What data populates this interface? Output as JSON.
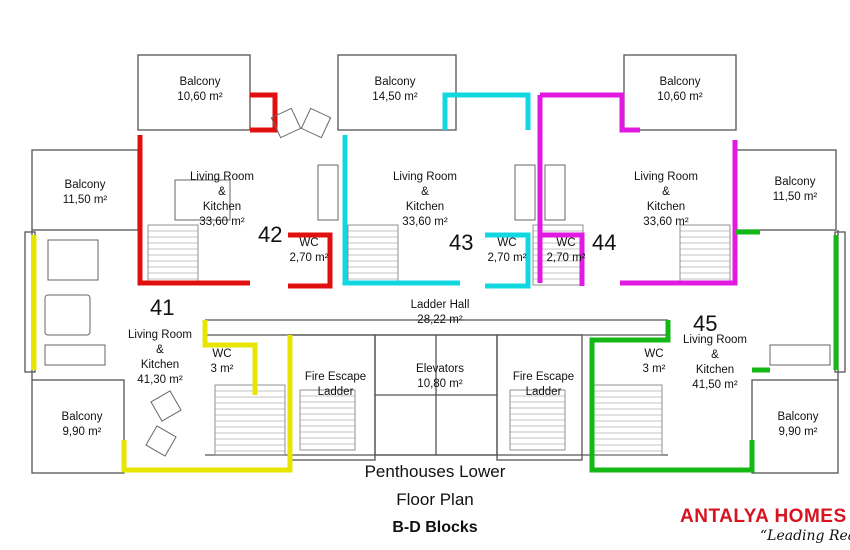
{
  "rooms": {
    "balcony_top_left": {
      "name": "Balcony",
      "area": "10,60 m²"
    },
    "balcony_top_center": {
      "name": "Balcony",
      "area": "14,50 m²"
    },
    "balcony_top_right": {
      "name": "Balcony",
      "area": "10,60 m²"
    },
    "balcony_mid_left": {
      "name": "Balcony",
      "area": "11,50 m²"
    },
    "balcony_mid_right": {
      "name": "Balcony",
      "area": "11,50 m²"
    },
    "balcony_bottom_left": {
      "name": "Balcony",
      "area": "9,90 m²"
    },
    "balcony_bottom_right": {
      "name": "Balcony",
      "area": "9,90 m²"
    },
    "living_42": {
      "line1": "Living Room",
      "line2": "&",
      "line3": "Kitchen",
      "area": "33,60 m²"
    },
    "living_43": {
      "line1": "Living Room",
      "line2": "&",
      "line3": "Kitchen",
      "area": "33,60 m²"
    },
    "living_44": {
      "line1": "Living Room",
      "line2": "&",
      "line3": "Kitchen",
      "area": "33,60 m²"
    },
    "living_41": {
      "line1": "Living Room",
      "line2": "&",
      "line3": "Kitchen",
      "area": "41,30 m²"
    },
    "living_45": {
      "line1": "Living Room",
      "line2": "&",
      "line3": "Kitchen",
      "area": "41,50 m²"
    },
    "wc_42": {
      "name": "WC",
      "area": "2,70 m²"
    },
    "wc_43": {
      "name": "WC",
      "area": "2,70 m²"
    },
    "wc_44": {
      "name": "WC",
      "area": "2,70 m²"
    },
    "wc_41": {
      "name": "WC",
      "area": "3 m²"
    },
    "wc_45": {
      "name": "WC",
      "area": "3 m²"
    },
    "ladder_hall": {
      "name": "Ladder Hall",
      "area": "28,22 m²"
    },
    "elevators": {
      "name": "Elevators",
      "area": "10,80 m²"
    },
    "fire_escape_left": {
      "line1": "Fire Escape",
      "line2": "Ladder"
    },
    "fire_escape_right": {
      "line1": "Fire Escape",
      "line2": "Ladder"
    }
  },
  "unit_numbers": {
    "u41": "41",
    "u42": "42",
    "u43": "43",
    "u44": "44",
    "u45": "45"
  },
  "unit_colors": {
    "u41": "#e6e600",
    "u42": "#e01010",
    "u43": "#11d8e0",
    "u44": "#e01ae0",
    "u45": "#14b814"
  },
  "title": {
    "line1": "Penthouses Lower",
    "line2": "Floor Plan",
    "line3": "B-D Blocks"
  },
  "brand": {
    "logo": "ANTALYA HOMES",
    "slogan": "“Leading Real Estate”",
    "color": "#d7141f"
  }
}
